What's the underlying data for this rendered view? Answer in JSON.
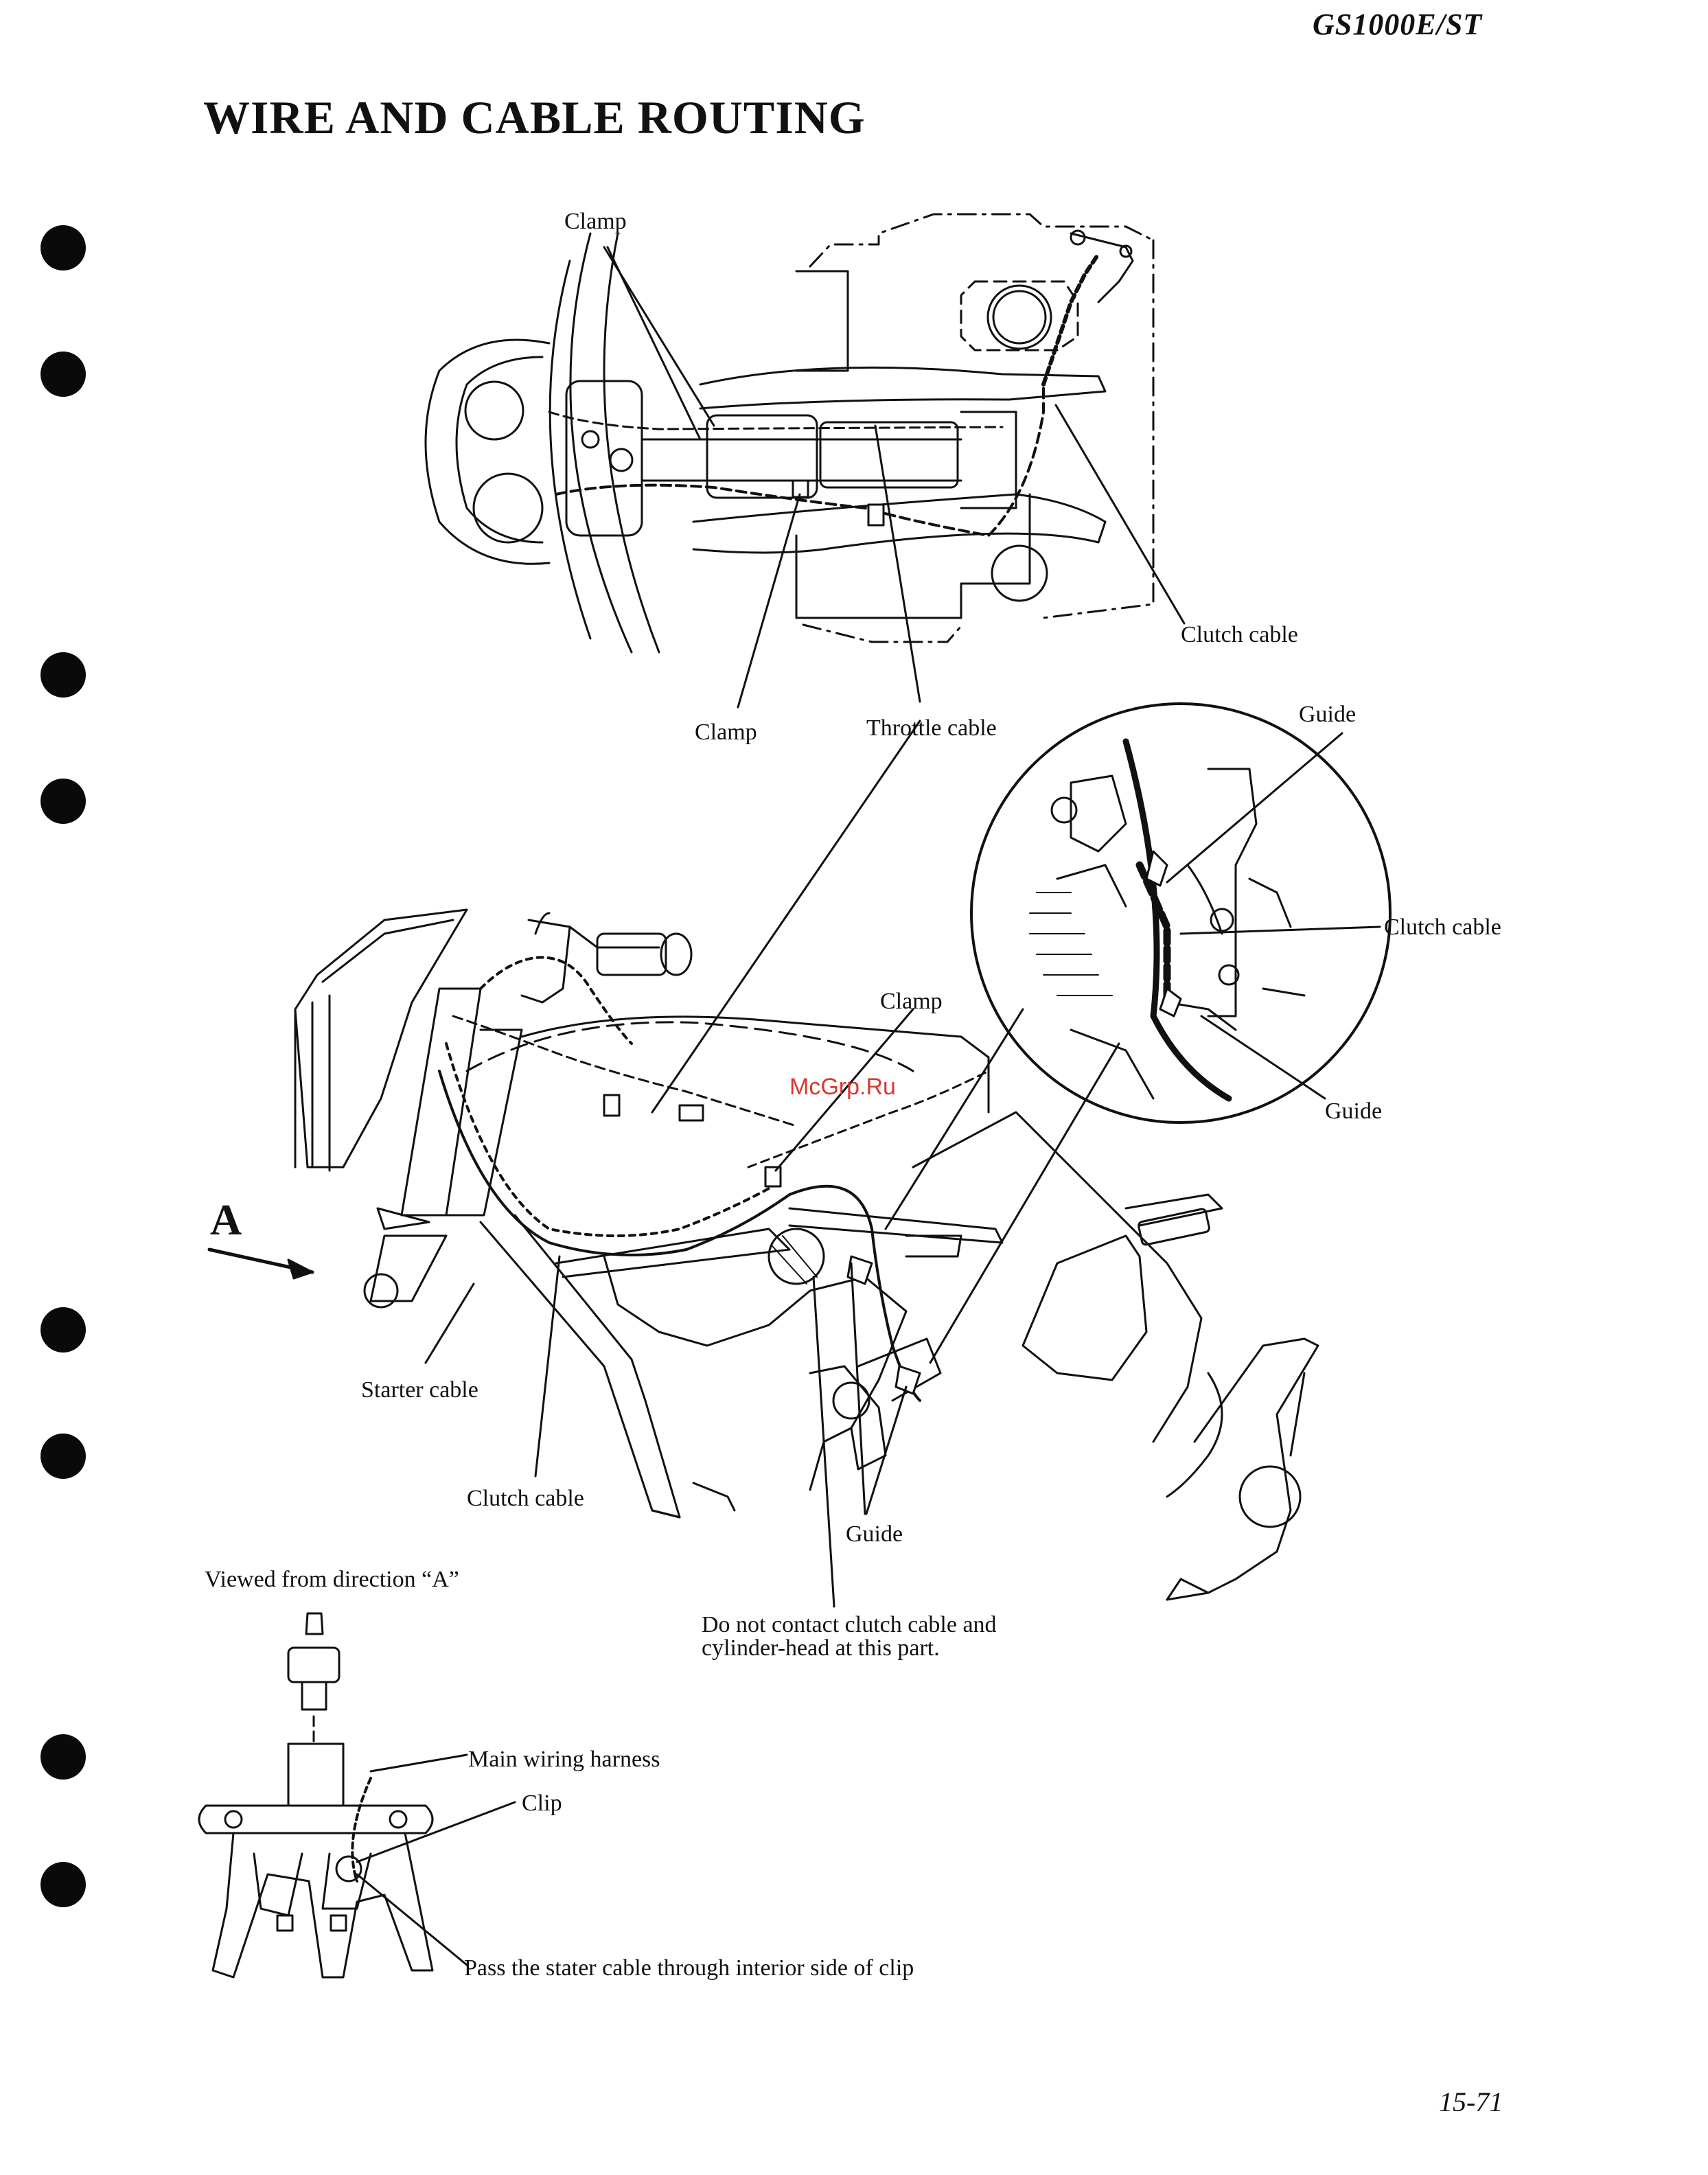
{
  "header": {
    "model": "GS1000E/ST",
    "title": "WIRE AND CABLE ROUTING"
  },
  "top_view": {
    "labels": {
      "clamp_top": "Clamp",
      "clutch_cable": "Clutch cable",
      "clamp_bottom": "Clamp",
      "throttle_cable": "Throttle cable"
    }
  },
  "side_view": {
    "labels": {
      "guide_top": "Guide",
      "clutch_cable_detail": "Clutch cable",
      "guide_bottom": "Guide",
      "clamp": "Clamp",
      "starter_cable": "Starter cable",
      "clutch_cable": "Clutch cable",
      "guide": "Guide",
      "arrow_letter": "A",
      "note_line1": "Do not contact clutch cable and",
      "note_line2": "cylinder-head at this part."
    }
  },
  "direction_view": {
    "heading": "Viewed from direction “A”",
    "labels": {
      "main_wiring_harness": "Main wiring harness",
      "clip": "Clip",
      "pass_note": "Pass the stater cable through interior side of clip"
    }
  },
  "watermark": "McGrp.Ru",
  "footer": {
    "page_number": "15-71"
  },
  "binder_holes": 8
}
